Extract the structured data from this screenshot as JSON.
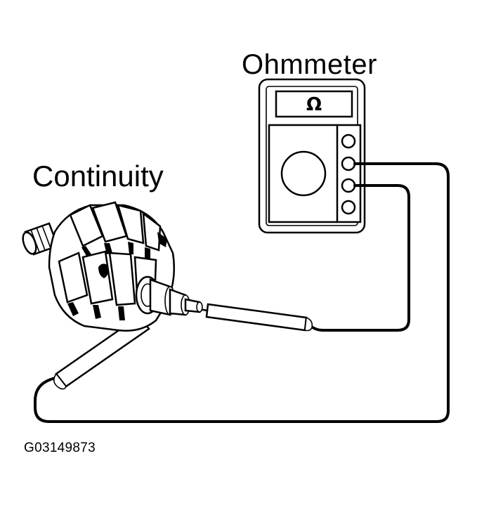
{
  "labels": {
    "meter": "Ohmmeter",
    "test": "Continuity",
    "figure_id": "G03149873"
  },
  "meter": {
    "display_symbol": "Ω"
  }
}
